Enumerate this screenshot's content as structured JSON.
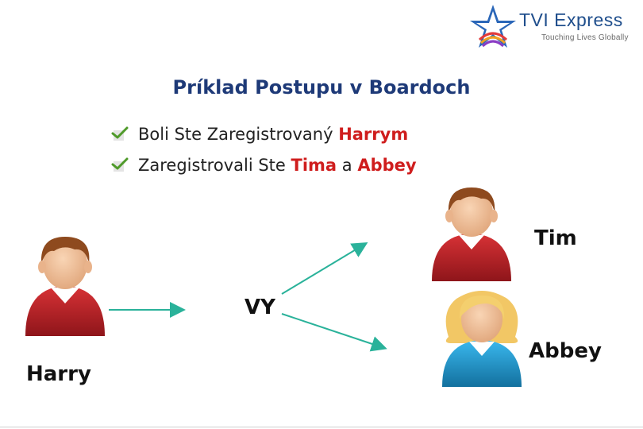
{
  "logo": {
    "brand": "TVI Express",
    "tagline": "Touching Lives Globally"
  },
  "title": "Príklad Postupu v Boardoch",
  "bullets": [
    {
      "icon": "checkmark-icon",
      "prefix": "Boli Ste Zaregistrovaný ",
      "highlight": "Harrym"
    },
    {
      "icon": "checkmark-icon",
      "prefix": "Zaregistrovali Ste ",
      "highlight_1": "Tima",
      "middle": " a ",
      "highlight_2": "Abbey"
    }
  ],
  "people": {
    "harry": {
      "name": "Harry",
      "shirt_color": "#c0262b"
    },
    "you": {
      "name": "VY"
    },
    "tim": {
      "name": "Tim",
      "shirt_color": "#c0262b"
    },
    "abbey": {
      "name": "Abbey",
      "shirt_color": "#1e9ad6"
    }
  },
  "colors": {
    "title": "#1e3a78",
    "highlight": "#cf1d1d",
    "arrow": "#2ab29a",
    "check": "#4f9a2a"
  }
}
